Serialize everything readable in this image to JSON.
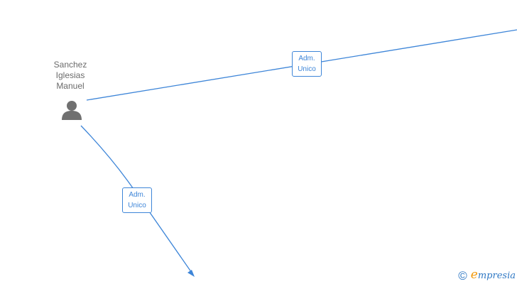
{
  "person": {
    "name_lines": [
      "Sanchez",
      "Iglesias",
      "Manuel"
    ],
    "icon": "person-icon"
  },
  "relations": [
    {
      "role_lines": [
        "Adm.",
        "Unico"
      ]
    },
    {
      "role_lines": [
        "Adm.",
        "Unico"
      ]
    }
  ],
  "colors": {
    "edge": "#3d85d8",
    "person_icon": "#707070",
    "name_text": "#6b6b6b",
    "brand": "#2f78c4",
    "brand_initial": "#f29a0d"
  },
  "brand": {
    "icon": "copyright-icon",
    "initial": "e",
    "rest": "mpresia"
  }
}
